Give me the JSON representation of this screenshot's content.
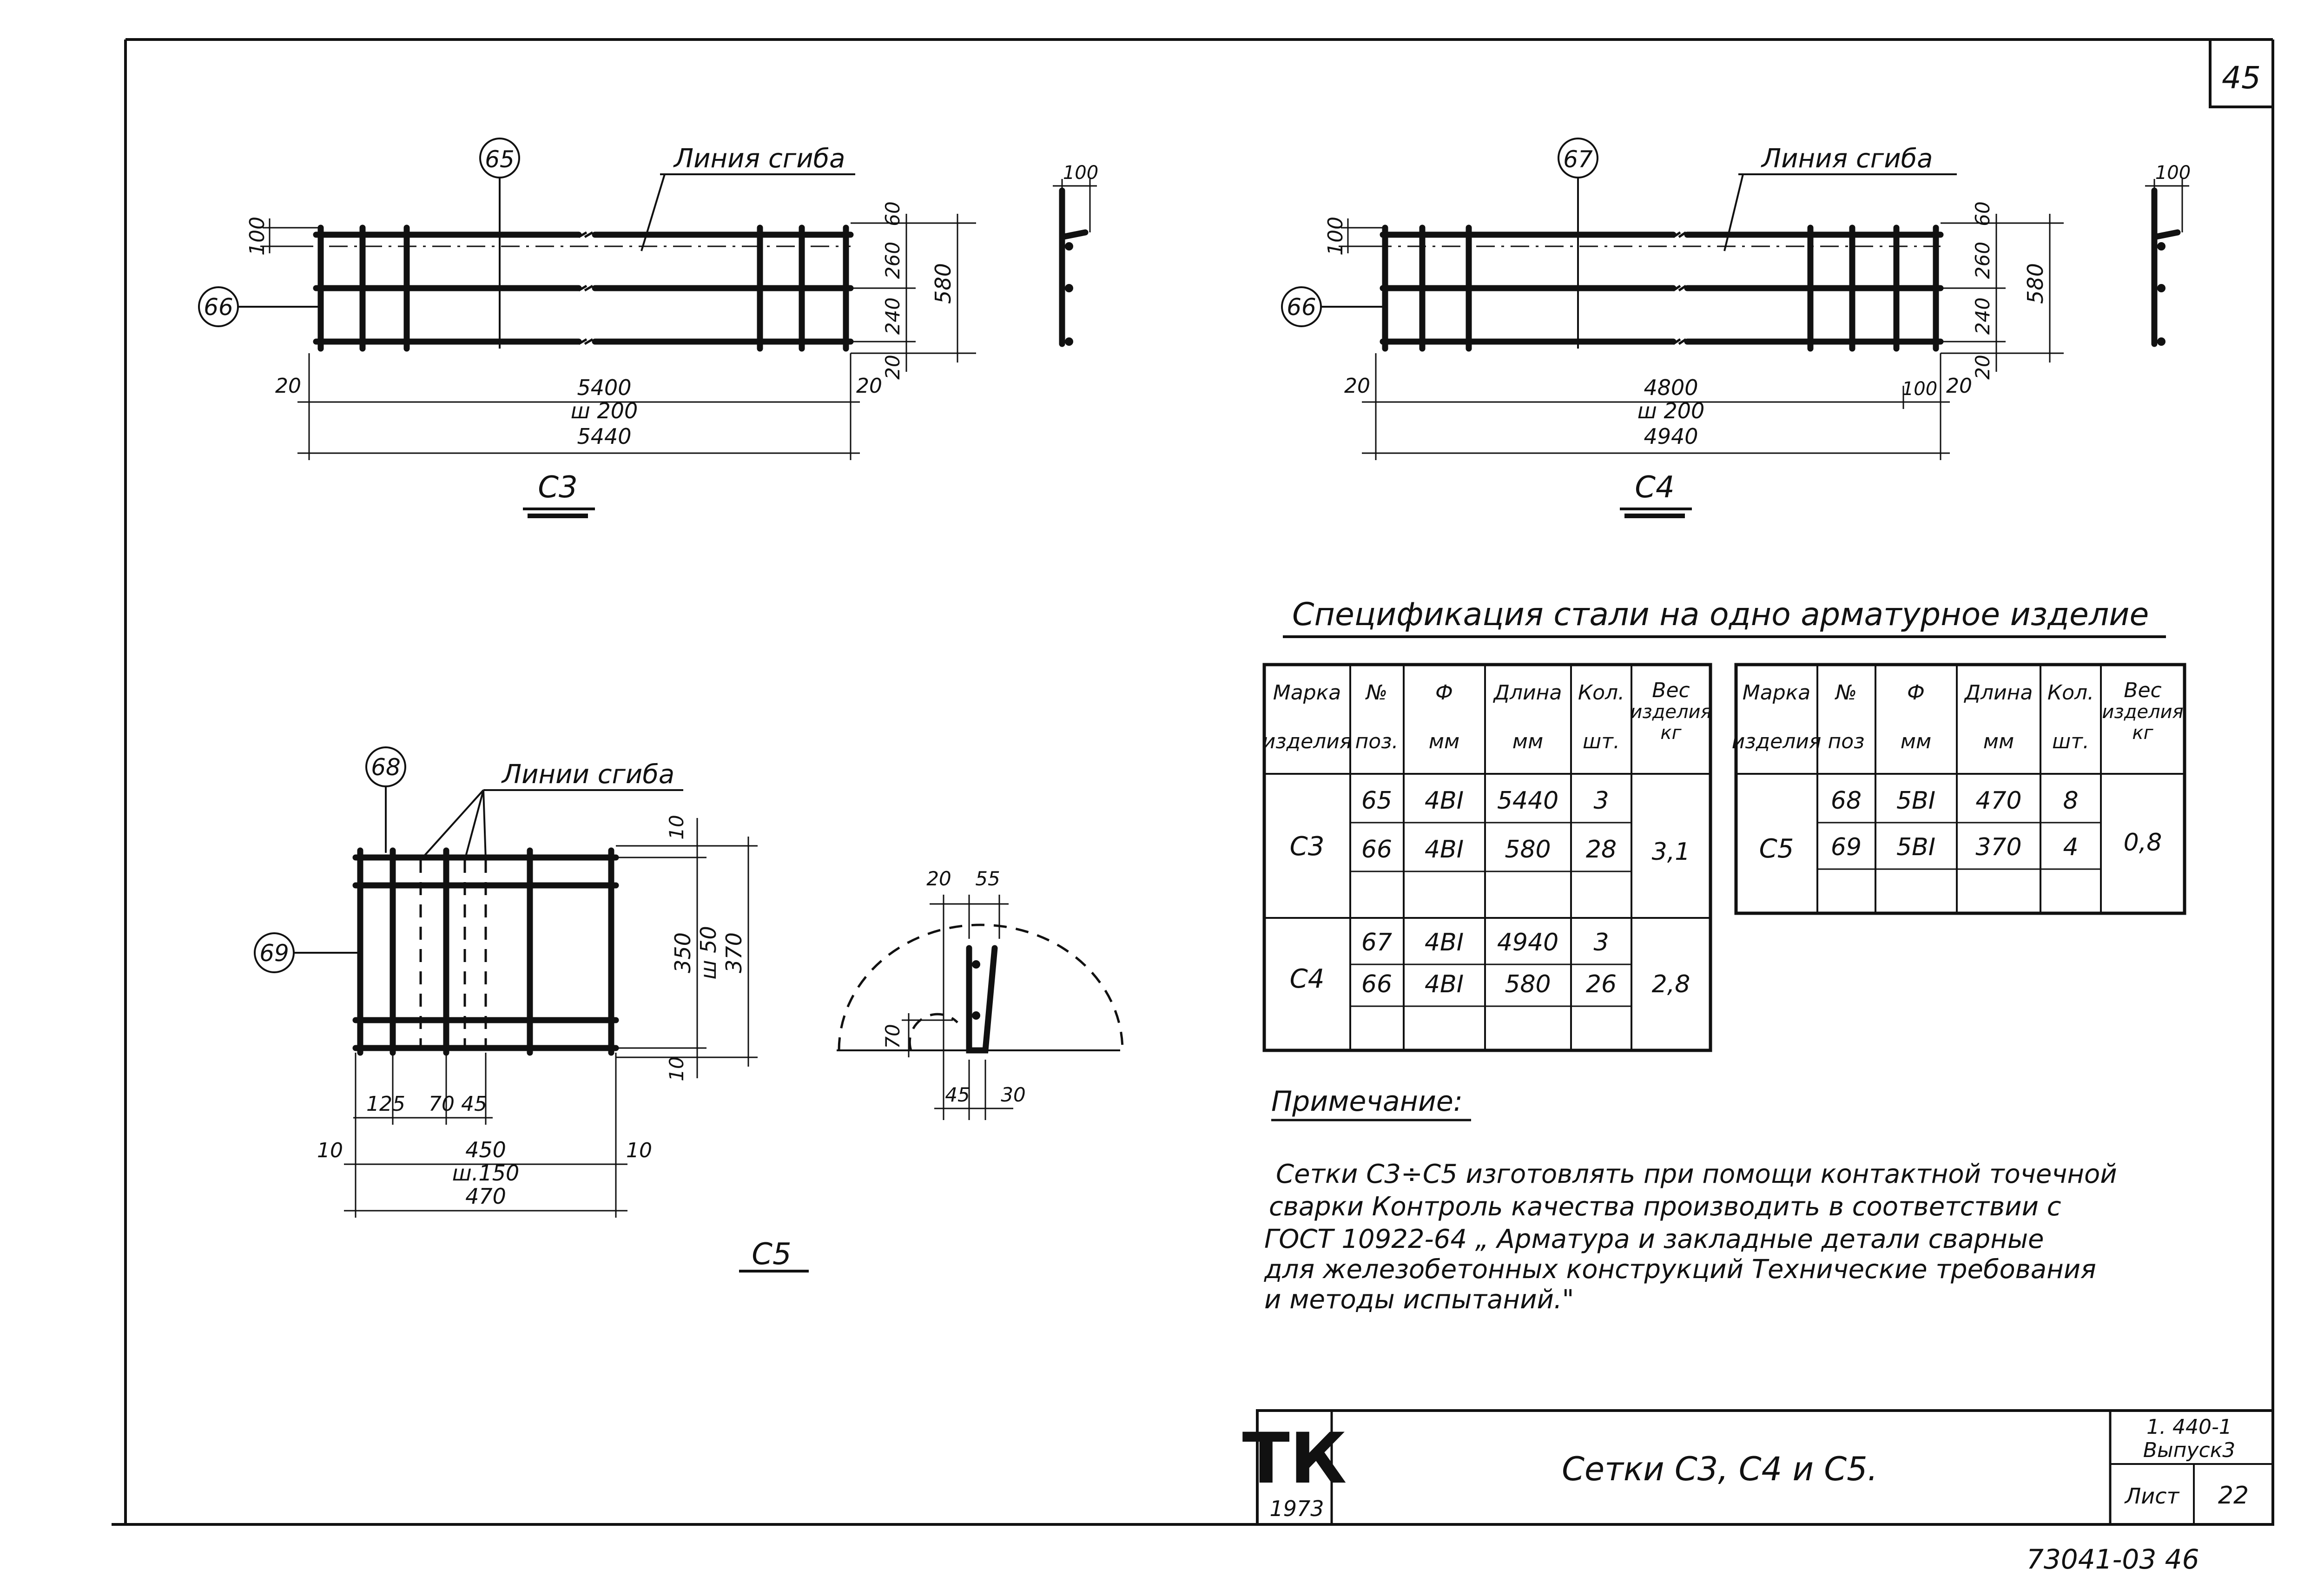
{
  "page_number": "45",
  "c3": {
    "pos_top": "65",
    "pos_side": "66",
    "bend_label": "Линия сгиба",
    "dims": {
      "left_100": "100",
      "left_20": "20",
      "right_20": "20",
      "len_5400": "5400",
      "step": "ш 200",
      "len_5440": "5440",
      "r60": "60",
      "r260": "260",
      "r240": "240",
      "r20": "20",
      "r580": "580",
      "sec_100": "100"
    },
    "title": "С3"
  },
  "c4": {
    "pos_top": "67",
    "pos_side": "66",
    "bend_label": "Линия сгиба",
    "dims": {
      "left_100": "100",
      "left_20": "20",
      "right_20": "20",
      "len_4800": "4800",
      "r100": "100",
      "step": "ш 200",
      "len_4940": "4940",
      "r60": "60",
      "r260": "260",
      "r240": "240",
      "r20": "20",
      "r580": "580",
      "sec_100": "100"
    },
    "title": "С4"
  },
  "c5": {
    "pos_top": "68",
    "pos_side": "69",
    "bend_label": "Линии сгиба",
    "dims": {
      "d125": "125",
      "d70": "70",
      "d45": "45",
      "l10": "10",
      "r10": "10",
      "d450": "450",
      "step150": "ш.150",
      "d470": "470",
      "t10": "10",
      "b10": "10",
      "v350": "350",
      "v_step": "ш 50",
      "v370": "370",
      "s20": "20",
      "s55": "55",
      "s70": "70",
      "s45": "45",
      "s30": "30"
    },
    "title": "С5"
  },
  "spec": {
    "title": "Спецификация  стали на одно арматурное изделие",
    "headers": [
      [
        "Марка",
        "изделия"
      ],
      [
        "№",
        "поз."
      ],
      [
        "Ф",
        "мм"
      ],
      [
        "Длина",
        "мм"
      ],
      [
        "Кол.",
        "шт."
      ],
      [
        "Вес",
        "изделия",
        "кг"
      ]
    ],
    "left_table": [
      {
        "mark": "С3",
        "weight": "3,1",
        "rows": [
          [
            "65",
            "4ВI",
            "5440",
            "3"
          ],
          [
            "66",
            "4ВI",
            "580",
            "28"
          ]
        ]
      },
      {
        "mark": "С4",
        "weight": "2,8",
        "rows": [
          [
            "67",
            "4ВI",
            "4940",
            "3"
          ],
          [
            "66",
            "4ВI",
            "580",
            "26"
          ]
        ]
      }
    ],
    "right_table": [
      {
        "mark": "С5",
        "weight": "0,8",
        "rows": [
          [
            "68",
            "5ВI",
            "470",
            "8"
          ],
          [
            "69",
            "5ВI",
            "370",
            "4"
          ]
        ]
      }
    ],
    "right_headers": [
      [
        "Марка",
        "изделия"
      ],
      [
        "№",
        "поз"
      ],
      [
        "Ф",
        "мм"
      ],
      [
        "Длина",
        "мм"
      ],
      [
        "Кол.",
        "шт."
      ],
      [
        "Вес",
        "изделия",
        "кг"
      ]
    ]
  },
  "note": {
    "title": "Примечание:",
    "lines": [
      "Сетки С3÷С5  изготовлять  при помощи  контактной  точечной",
      "сварки  Контроль   качества  производить  в  соответствии  с",
      "ГОСТ 10922-64  „ Арматура  и  закладные  детали  сварные",
      "для  железобетонных  конструкций  Технические  требования",
      "и  методы  испытаний.\""
    ]
  },
  "title_block": {
    "logo": "ТК",
    "year": "1973",
    "name": "Сетки    С3, С4  и С5.",
    "series": "1. 440-1",
    "issue": "Выпуск3",
    "sheet_label": "Лист",
    "sheet_no": "22"
  },
  "bottom_code": "73041-03  46"
}
